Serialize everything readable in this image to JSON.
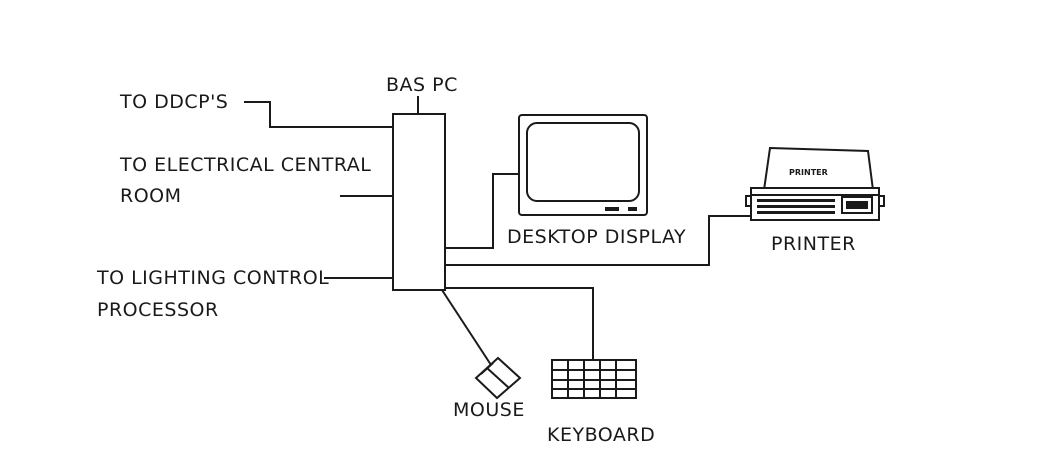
{
  "labels": {
    "bas_pc": "BAS PC",
    "to_ddcps": "TO DDCP'S",
    "to_electrical_line1": "TO ELECTRICAL CENTRAL",
    "to_electrical_line2": "ROOM",
    "to_lighting_line1": "TO LIGHTING CONTROL",
    "to_lighting_line2": "PROCESSOR",
    "desktop_display": "DESKTOP DISPLAY",
    "printer": "PRINTER",
    "printer_paper": "PRINTER",
    "mouse": "MOUSE",
    "keyboard": "KEYBOARD"
  },
  "colors": {
    "ink": "#1a1a1a",
    "background": "#ffffff"
  }
}
